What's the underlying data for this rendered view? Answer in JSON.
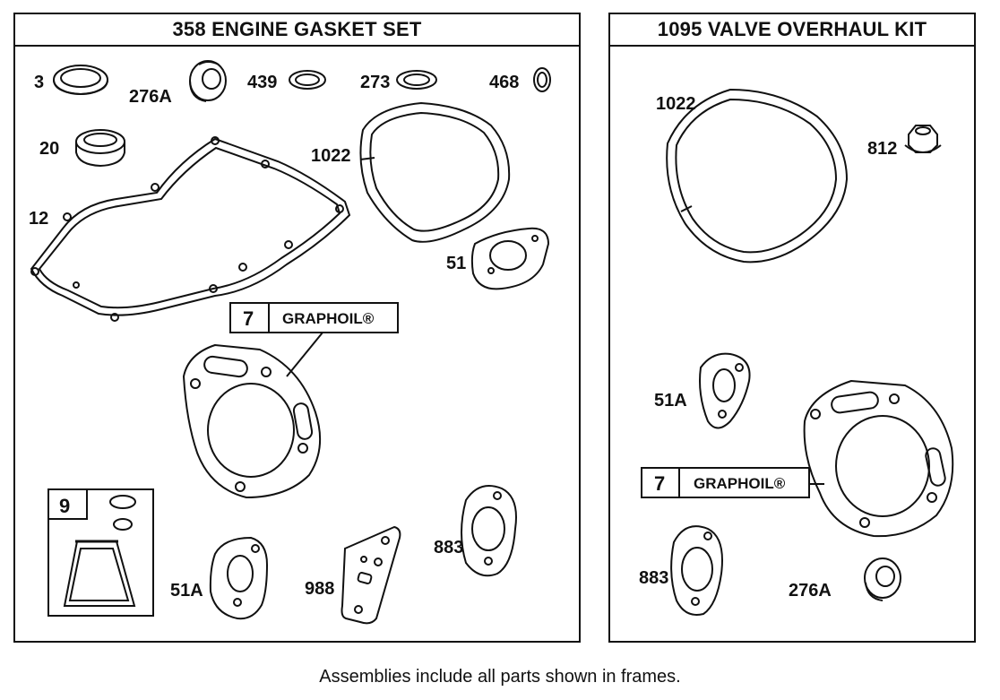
{
  "frames": {
    "engine_gasket": {
      "title": "358  ENGINE GASKET SET",
      "parts": [
        "3",
        "276A",
        "439",
        "273",
        "468",
        "20",
        "12",
        "1022",
        "51",
        "7",
        "GRAPHOIL®",
        "9",
        "51A",
        "988",
        "883"
      ]
    },
    "valve_overhaul": {
      "title": "1095 VALVE OVERHAUL KIT",
      "parts": [
        "1022",
        "812",
        "51A",
        "7",
        "GRAPHOIL®",
        "883",
        "276A"
      ]
    }
  },
  "caption": "Assemblies include all parts shown in frames."
}
